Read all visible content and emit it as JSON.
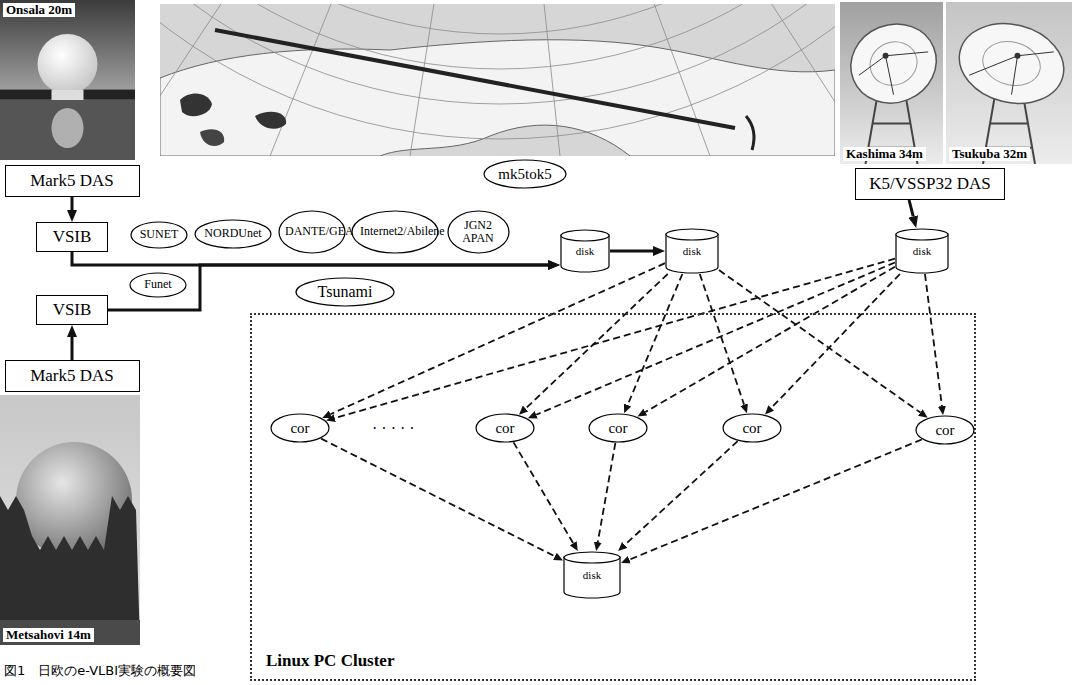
{
  "diagram": {
    "caption": "図1　日欧のe-VLBI実験の概要図",
    "nodes": [
      {
        "text": [
          "Onsala 20m"
        ]
      },
      {
        "text": [
          "Mark5 DAS"
        ]
      },
      {
        "text": [
          "VSIB"
        ]
      },
      {
        "text": [
          "Kashima 34m"
        ]
      },
      {
        "text": [
          "Tsukuba 32m"
        ]
      },
      {
        "text": [
          "K5/VSSP32 DAS"
        ]
      },
      {
        "text": [
          "SUNET"
        ]
      },
      {
        "text": [
          "NORDUnet"
        ]
      },
      {
        "text": [
          "DANTE/GEANT"
        ]
      },
      {
        "text": [
          "Internet2/Abilene"
        ]
      },
      {
        "text": [
          "JGN2 APAN"
        ]
      },
      {
        "text": [
          "mk5tok5"
        ]
      },
      {
        "text": [
          "disk"
        ]
      },
      {
        "text": [
          "disk"
        ]
      },
      {
        "text": [
          "disk"
        ]
      },
      {
        "text": [
          "Funet"
        ]
      },
      {
        "text": [
          "Tsunami"
        ]
      },
      {
        "text": [
          "VSIB"
        ]
      },
      {
        "text": [
          "Mark5 DAS"
        ]
      },
      {
        "text": [
          "Metsahovi 14m"
        ]
      },
      {
        "text": [
          "Linux PC Cluster"
        ]
      },
      {
        "text": [
          "cor"
        ],
        "in": 20
      },
      {
        "text": [
          "cor"
        ],
        "in": 20
      },
      {
        "text": [
          "cor"
        ],
        "in": 20
      },
      {
        "text": [
          "cor"
        ],
        "in": 20
      },
      {
        "text": [
          "cor"
        ],
        "in": 20
      },
      {
        "text": [
          "disk"
        ],
        "in": 20
      }
    ],
    "edges": [
      {
        "from": 1,
        "to": 2,
        "arrow": "to"
      },
      {
        "from": 2,
        "to": 12,
        "arrow": "to"
      },
      {
        "from": 17,
        "to": 12,
        "arrow": "to"
      },
      {
        "from": 18,
        "to": 17,
        "arrow": "to"
      },
      {
        "from": 12,
        "to": 13,
        "arrow": "to"
      },
      {
        "from": 5,
        "to": 14,
        "arrow": "to"
      },
      {
        "from": 13,
        "to": 21,
        "arrow": "to"
      },
      {
        "from": 13,
        "to": 22,
        "arrow": "to"
      },
      {
        "from": 13,
        "to": 23,
        "arrow": "to"
      },
      {
        "from": 13,
        "to": 24,
        "arrow": "to"
      },
      {
        "from": 13,
        "to": 25,
        "arrow": "to"
      },
      {
        "from": 14,
        "to": 21,
        "arrow": "to"
      },
      {
        "from": 14,
        "to": 22,
        "arrow": "to"
      },
      {
        "from": 14,
        "to": 23,
        "arrow": "to"
      },
      {
        "from": 14,
        "to": 24,
        "arrow": "to"
      },
      {
        "from": 14,
        "to": 25,
        "arrow": "to"
      },
      {
        "from": 21,
        "to": 26,
        "arrow": "to"
      },
      {
        "from": 22,
        "to": 26,
        "arrow": "to"
      },
      {
        "from": 23,
        "to": 26,
        "arrow": "to"
      },
      {
        "from": 24,
        "to": 26,
        "arrow": "to"
      },
      {
        "from": 25,
        "to": 26,
        "arrow": "to"
      }
    ],
    "labels": [
      "· · · · ·"
    ]
  }
}
